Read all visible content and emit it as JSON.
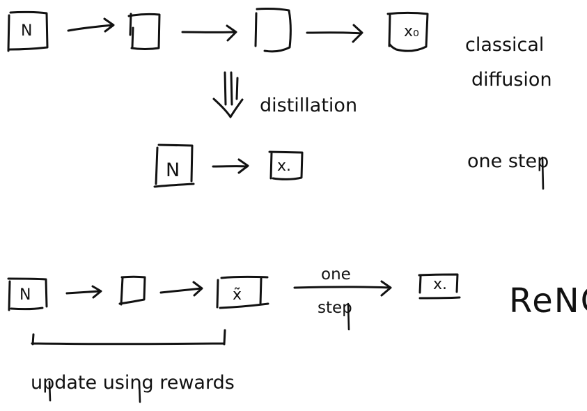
{
  "labels": {
    "noise": "N",
    "x0": "x₀",
    "x0_plain": "x.",
    "x_partial": "x̃",
    "classical_line1": "classical",
    "classical_line2": "diffusion",
    "distillation": "distillation",
    "one_step_row": "one step",
    "edge_one": "one",
    "edge_step": "step",
    "reno": "ReNO",
    "update": "update using rewards"
  }
}
